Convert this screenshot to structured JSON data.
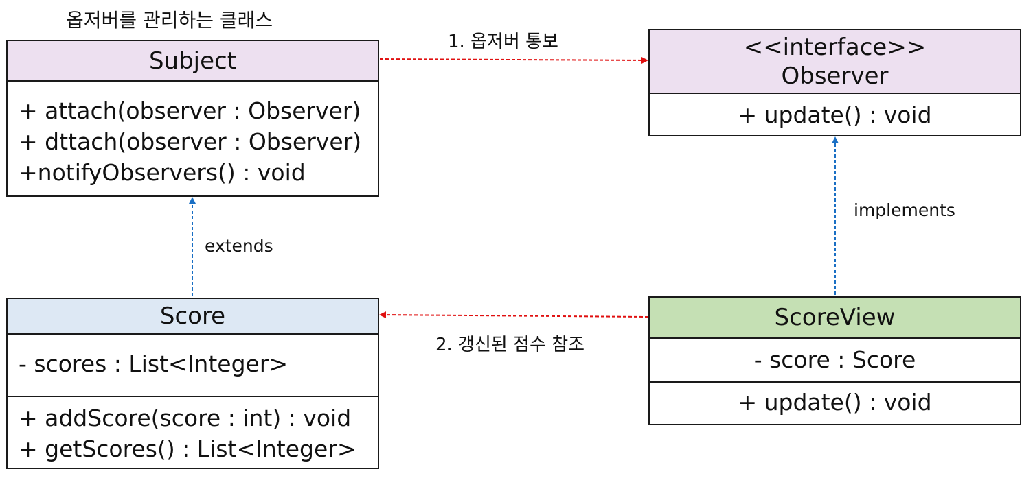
{
  "colors": {
    "header_purple": "#ede0f0",
    "header_blue": "#dde8f4",
    "header_green": "#c5e0b4",
    "arrow_red": "#e01010",
    "arrow_blue": "#1a6fc4"
  },
  "subject": {
    "caption": "옵저버를 관리하는 클래스",
    "name": "Subject",
    "methods": [
      "+  attach(observer : Observer)",
      "+  dttach(observer : Observer)",
      "+notifyObservers() : void"
    ]
  },
  "observer": {
    "stereotype": "<<interface>>",
    "name": "Observer",
    "methods": [
      "+  update() : void"
    ]
  },
  "score": {
    "name": "Score",
    "fields": [
      "-  scores : List<Integer>"
    ],
    "methods": [
      "+  addScore(score : int) : void",
      "+  getScores() : List<Integer>"
    ]
  },
  "scoreview": {
    "name": "ScoreView",
    "fields": [
      "-  score : Score"
    ],
    "methods": [
      "+  update() : void"
    ]
  },
  "relations": {
    "notify": "1.  옵저버  통보",
    "refer": "2.  갱신된  점수  참조",
    "extends": "extends",
    "implements": "implements"
  }
}
